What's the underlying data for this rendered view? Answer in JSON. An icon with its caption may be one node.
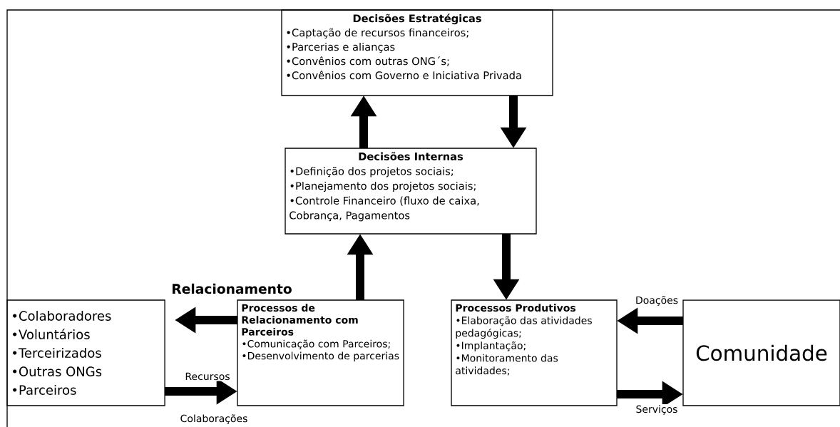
{
  "diagram": {
    "nodes": [
      {
        "text": [
          "Decisões Estratégicas",
          "•Captação de recursos financeiros;",
          "•Parcerias e alianças",
          "•Convênios com outras ONG´s;",
          "•Convênios com Governo e Iniciativa Privada"
        ]
      },
      {
        "text": [
          "Decisões Internas",
          "•Definição dos projetos sociais;",
          "•Planejamento dos projetos sociais;",
          "•Controle Financeiro (fluxo de caixa, Cobrança, Pagamentos"
        ]
      },
      {
        "text": [
          "•Colaboradores",
          "•Voluntários",
          "•Terceirizados",
          "•Outras ONGs",
          "•Parceiros"
        ]
      },
      {
        "text": [
          "Processos de Relacionamento com Parceiros",
          "•Comunicação com Parceiros;",
          "•Desenvolvimento de parcerias"
        ]
      },
      {
        "text": [
          "Processos Produtivos",
          "•Elaboração das atividades pedagógicas;",
          "•Implantação;",
          "•Monitoramento das atividades;"
        ]
      },
      {
        "text": [
          "Comunidade"
        ]
      }
    ],
    "edges": [
      {
        "from": 1,
        "to": 0,
        "arrow": "to"
      },
      {
        "from": 0,
        "to": 1,
        "arrow": "to"
      },
      {
        "from": 3,
        "to": 1,
        "arrow": "to"
      },
      {
        "from": 1,
        "to": 4,
        "arrow": "to"
      },
      {
        "from": 3,
        "to": 2,
        "arrow": "to"
      },
      {
        "from": 2,
        "to": 3,
        "arrow": "to",
        "label": "Recursos"
      },
      {
        "from": 5,
        "to": 4,
        "arrow": "to",
        "label": "Doações"
      },
      {
        "from": 4,
        "to": 5,
        "arrow": "to",
        "label": "Serviços"
      }
    ],
    "labels": [
      "Relacionamento",
      "Colaborações"
    ]
  }
}
